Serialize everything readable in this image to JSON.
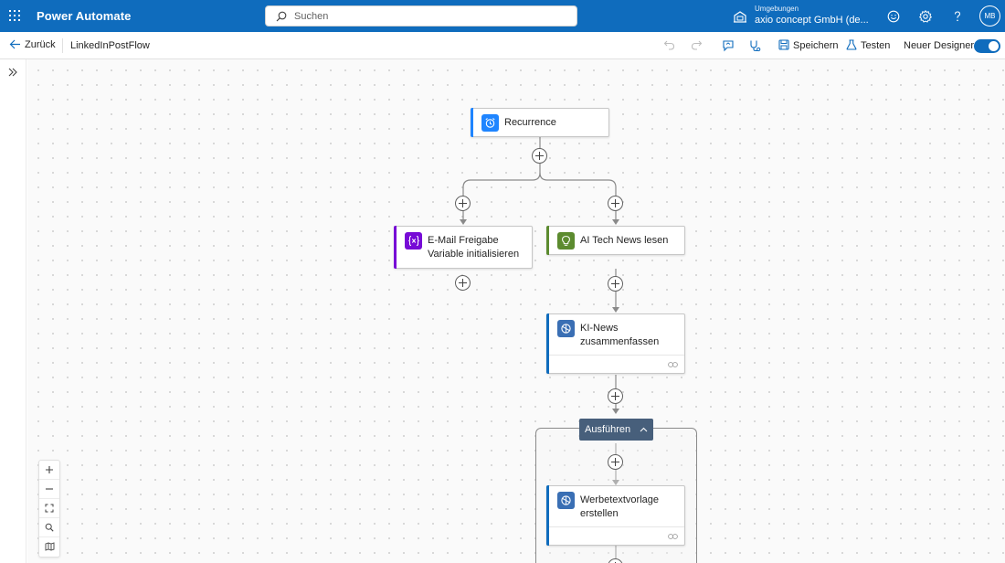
{
  "header": {
    "app_title": "Power Automate",
    "search_placeholder": "Suchen",
    "environment_label": "Umgebungen",
    "environment_name": "axio concept GmbH (de...",
    "avatar_initials": "MB",
    "bar_color": "#0f6cbd"
  },
  "commandbar": {
    "back_label": "Zurück",
    "flow_name": "LinkedInPostFlow",
    "save_label": "Speichern",
    "test_label": "Testen",
    "new_designer_label": "Neuer Designer",
    "new_designer_enabled": true
  },
  "flow": {
    "nodes": [
      {
        "id": "recurrence",
        "label_lines": [
          "Recurrence"
        ],
        "icon": "alarm-clock-icon",
        "accent": "#1f85ff",
        "icon_bg": "#1f85ff"
      },
      {
        "id": "email-var",
        "label_lines": [
          "E-Mail Freigabe",
          "Variable initialisieren"
        ],
        "icon": "variable-icon",
        "accent": "#770bd6",
        "icon_bg": "#770bd6"
      },
      {
        "id": "ai-news",
        "label_lines": [
          "AI Tech News lesen"
        ],
        "icon": "lightbulb-icon",
        "accent": "#5c8b2f",
        "icon_bg": "#5c8b2f"
      },
      {
        "id": "ki-news",
        "label_lines": [
          "KI-News",
          "zusammenfassen"
        ],
        "icon": "openai-icon",
        "accent": "#0f6cbd",
        "icon_bg": "#3a6fb4"
      },
      {
        "id": "werbetext",
        "label_lines": [
          "Werbetextvorlage",
          "erstellen"
        ],
        "icon": "openai-icon",
        "accent": "#0f6cbd",
        "icon_bg": "#3a6fb4"
      }
    ],
    "scope_label": "Ausführen",
    "scope_color": "#475f7b"
  }
}
